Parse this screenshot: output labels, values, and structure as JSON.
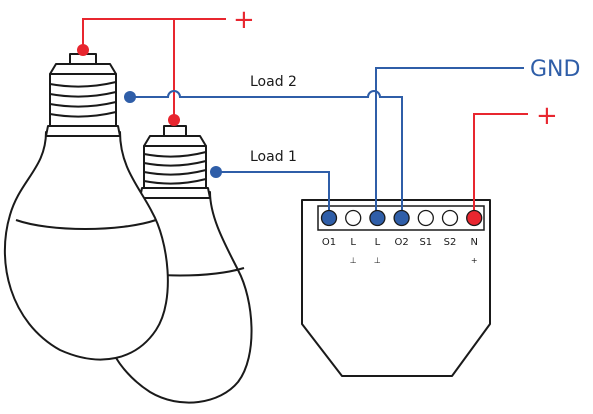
{
  "labels": {
    "load2": "Load 2",
    "load1": "Load 1",
    "gnd": "GND",
    "plus_top": "+",
    "plus_right": "+"
  },
  "terminals": [
    {
      "label": "O1",
      "below": "",
      "fill": "blue"
    },
    {
      "label": "L",
      "below": "⊥",
      "fill": "white"
    },
    {
      "label": "L",
      "below": "⊥",
      "fill": "blue"
    },
    {
      "label": "O2",
      "below": "",
      "fill": "blue"
    },
    {
      "label": "S1",
      "below": "",
      "fill": "white"
    },
    {
      "label": "S2",
      "below": "",
      "fill": "white"
    },
    {
      "label": "N",
      "below": "+",
      "fill": "red"
    }
  ],
  "colors": {
    "red": "#e8262f",
    "blue": "#2f5ea8",
    "outline": "#1a1a1a"
  }
}
